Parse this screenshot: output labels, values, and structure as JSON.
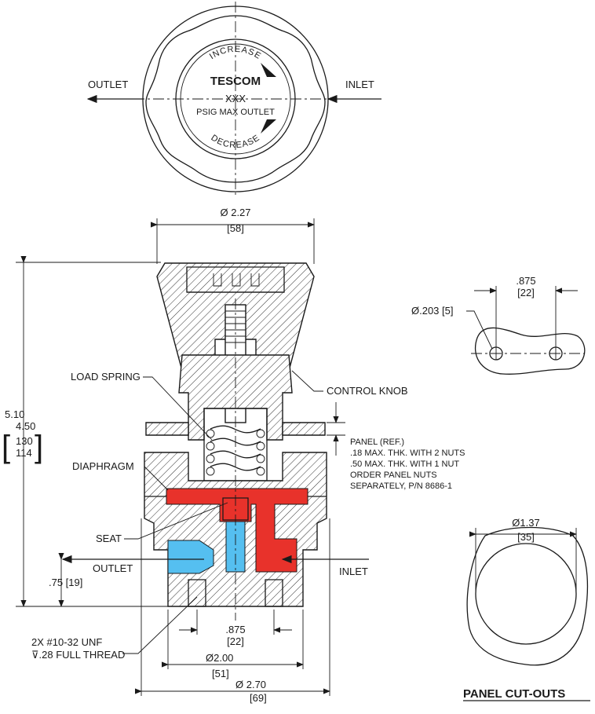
{
  "knob": {
    "increase": "INCREASE",
    "decrease": "DECREASE",
    "brand": "TESCOM",
    "pressure": "XXX",
    "max_outlet": "PSIG MAX OUTLET"
  },
  "top_view": {
    "outlet": "OUTLET",
    "inlet": "INLET"
  },
  "dims": {
    "knob_dia": "Ø 2.27",
    "knob_dia_mm": "[58]",
    "height_in_1": "5.10",
    "height_in_2": "4.50",
    "height_mm_1": "130",
    "height_mm_2": "114",
    "port_height": ".75 [19]",
    "hole_spacing": ".875",
    "hole_spacing_mm": "[22]",
    "base_dia": "Ø2.00",
    "base_dia_mm": "[51]",
    "body_dia": "Ø 2.70",
    "body_dia_mm": "[69]"
  },
  "callouts": {
    "load_spring": "LOAD SPRING",
    "control_knob": "CONTROL KNOB",
    "diaphragm": "DIAPHRAGM",
    "seat": "SEAT",
    "outlet": "OUTLET",
    "inlet": "INLET",
    "panel_1": "PANEL (REF.)",
    "panel_2": ".18 MAX. THK. WITH 2 NUTS",
    "panel_3": ".50 MAX. THK. WITH 1 NUT",
    "panel_4": "ORDER PANEL NUTS",
    "panel_5": "SEPARATELY, P/N 8686-1",
    "thread_1": "2X #10-32 UNF",
    "thread_2": "⊽.28 FULL THREAD"
  },
  "cutouts": {
    "slot_spacing": ".875",
    "slot_spacing_mm": "[22]",
    "hole_dia": "Ø.203 [5]",
    "round_dia": "Ø1.37",
    "round_dia_mm": "[35]",
    "title": "PANEL CUT-OUTS"
  },
  "colors": {
    "inlet_high_pressure": "#e8322b",
    "outlet_low_pressure": "#55bff0"
  }
}
